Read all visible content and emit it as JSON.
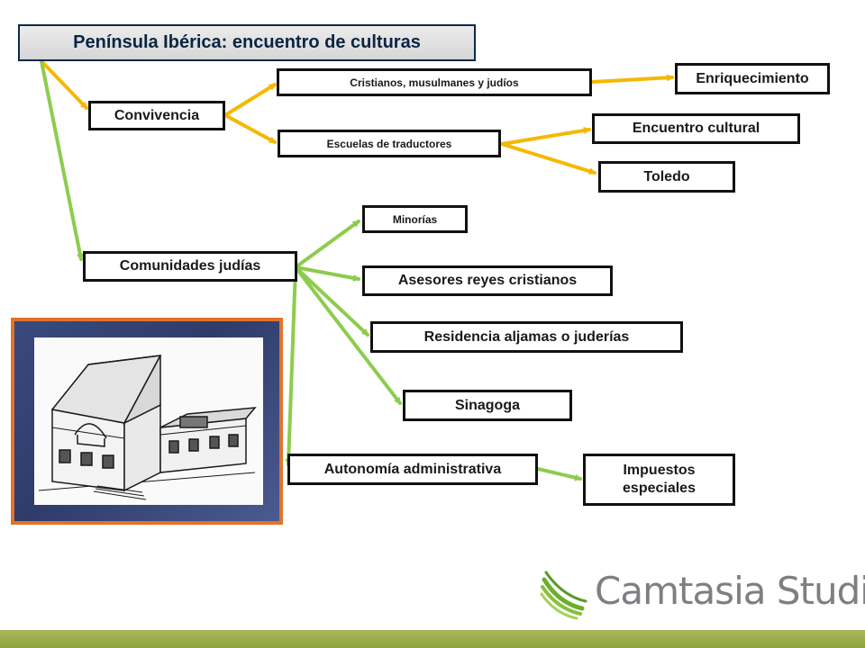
{
  "title": "Península Ibérica: encuentro de culturas",
  "nodes": {
    "convivencia": "Convivencia",
    "cristianos": "Cristianos,  musulmanes y judíos",
    "escuelas": "Escuelas de traductores",
    "enriquecimiento": "Enriquecimiento",
    "encuentro": "Encuentro cultural",
    "toledo": "Toledo",
    "comunidades": "Comunidades judías",
    "minorias": "Minorías",
    "asesores": "Asesores reyes cristianos",
    "residencia": "Residencia aljamas o juderías",
    "sinagoga": "Sinagoga",
    "autonomia": "Autonomía administrativa",
    "impuestos_line1": "Impuestos",
    "impuestos_line2": "especiales"
  },
  "colors": {
    "yellow_arrow": "#f5b800",
    "green_arrow": "#8dcc4e",
    "frame": "#e0742a"
  },
  "logo": {
    "text": "Camtasia Studio",
    "mark": "®"
  }
}
